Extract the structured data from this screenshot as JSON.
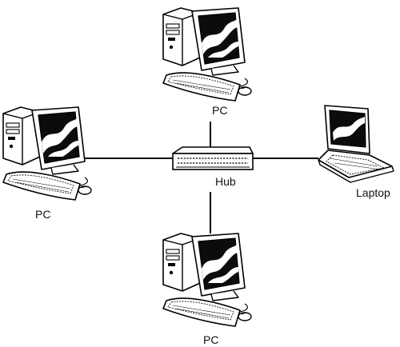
{
  "diagram": {
    "hub": {
      "label": "Hub"
    },
    "nodes": [
      {
        "id": "pc-top",
        "label": "PC",
        "device": "desktop-pc-icon"
      },
      {
        "id": "pc-left",
        "label": "PC",
        "device": "desktop-pc-icon"
      },
      {
        "id": "pc-bottom",
        "label": "PC",
        "device": "desktop-pc-icon"
      },
      {
        "id": "laptop-right",
        "label": "Laptop",
        "device": "laptop-icon"
      }
    ],
    "links": [
      {
        "from": "hub",
        "to": "pc-top"
      },
      {
        "from": "hub",
        "to": "pc-left"
      },
      {
        "from": "hub",
        "to": "pc-bottom"
      },
      {
        "from": "hub",
        "to": "laptop-right"
      }
    ]
  }
}
